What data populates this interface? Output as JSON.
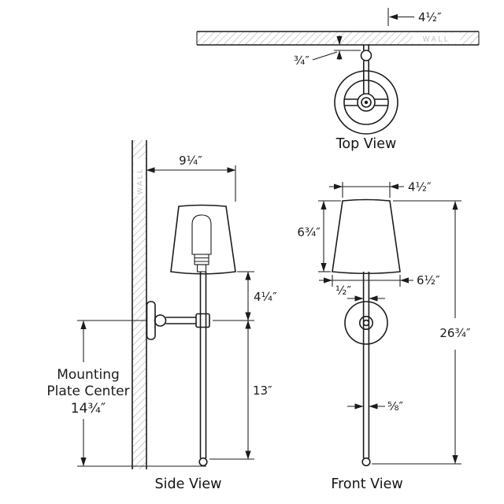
{
  "views": {
    "top": {
      "label": "Top View",
      "wall_label": "WALL",
      "dims": {
        "shade_top_diameter": "4½″",
        "wall_offset": "¾″"
      }
    },
    "side": {
      "label": "Side View",
      "wall_label": "WALL",
      "dims": {
        "projection": "9¼″",
        "shade_bottom_to_arm": "4¼″",
        "arm_to_bottom": "13″",
        "mounting_plate_line1": "Mounting",
        "mounting_plate_line2": "Plate Center",
        "mounting_plate_line3": "14¾″"
      }
    },
    "front": {
      "label": "Front View",
      "dims": {
        "shade_top_width": "4½″",
        "shade_height": "6¾″",
        "shade_bottom_width": "6½″",
        "stem_upper_diameter": "½″",
        "stem_lower_diameter": "⅝″",
        "overall_height": "26¾″"
      }
    }
  }
}
